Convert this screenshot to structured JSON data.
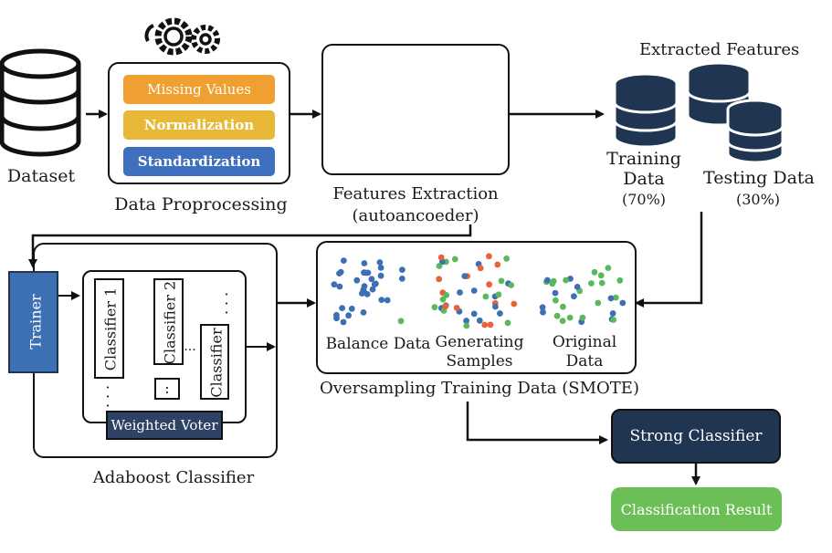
{
  "dataset": {
    "label": "Dataset"
  },
  "preprocessing": {
    "title": "Data Proprocessing",
    "steps": [
      {
        "label": "Missing Values",
        "color": "#f0a030"
      },
      {
        "label": "Normalization",
        "color": "#e8b838"
      },
      {
        "label": "Standardization",
        "color": "#3f6fbf"
      }
    ]
  },
  "feature_extraction": {
    "title_line1": "Features Extraction",
    "title_line2": "(autoancoeder)"
  },
  "extracted": {
    "title": "Extracted Features",
    "training": {
      "line1": "Training",
      "line2": "Data",
      "pct": "(70%)"
    },
    "testing": {
      "line1": "Testing Data",
      "pct": "(30%)"
    }
  },
  "smote": {
    "title": "Oversampling Training Data (SMOTE)",
    "panels": [
      {
        "line1": "Balance Data",
        "line2": ""
      },
      {
        "line1": "Generating",
        "line2": "Samples"
      },
      {
        "line1": "Original",
        "line2": "Data"
      }
    ]
  },
  "adaboost": {
    "title": "Adaboost Classifier",
    "trainer": "Trainer",
    "classifier1": "Classifier 1",
    "classifier2": "Classifier 2",
    "classifier3": "Classifier",
    "dots": "...",
    "small_dots": ":",
    "voter": "Weighted Voter"
  },
  "strong": {
    "label": "Strong Classifier"
  },
  "result": {
    "label": "Classification Result"
  },
  "colors": {
    "navy": "#1f3552",
    "blue": "#3d6fb3",
    "green": "#5cb85c",
    "orange": "#e8623a",
    "result_green": "#6cbf56"
  }
}
